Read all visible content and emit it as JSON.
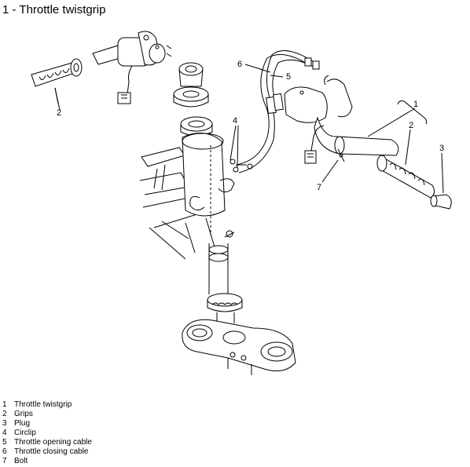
{
  "title": "1 - Throttle twistgrip",
  "callouts": [
    "1",
    "2",
    "3",
    "4",
    "5",
    "6",
    "7",
    "2"
  ],
  "legend": [
    {
      "num": "1",
      "label": "Throttle twistgrip"
    },
    {
      "num": "2",
      "label": "Grips"
    },
    {
      "num": "3",
      "label": "Plug"
    },
    {
      "num": "4",
      "label": "Circlip"
    },
    {
      "num": "5",
      "label": "Throttle opening cable"
    },
    {
      "num": "6",
      "label": "Throttle closing cable"
    },
    {
      "num": "7",
      "label": "Bolt"
    }
  ]
}
